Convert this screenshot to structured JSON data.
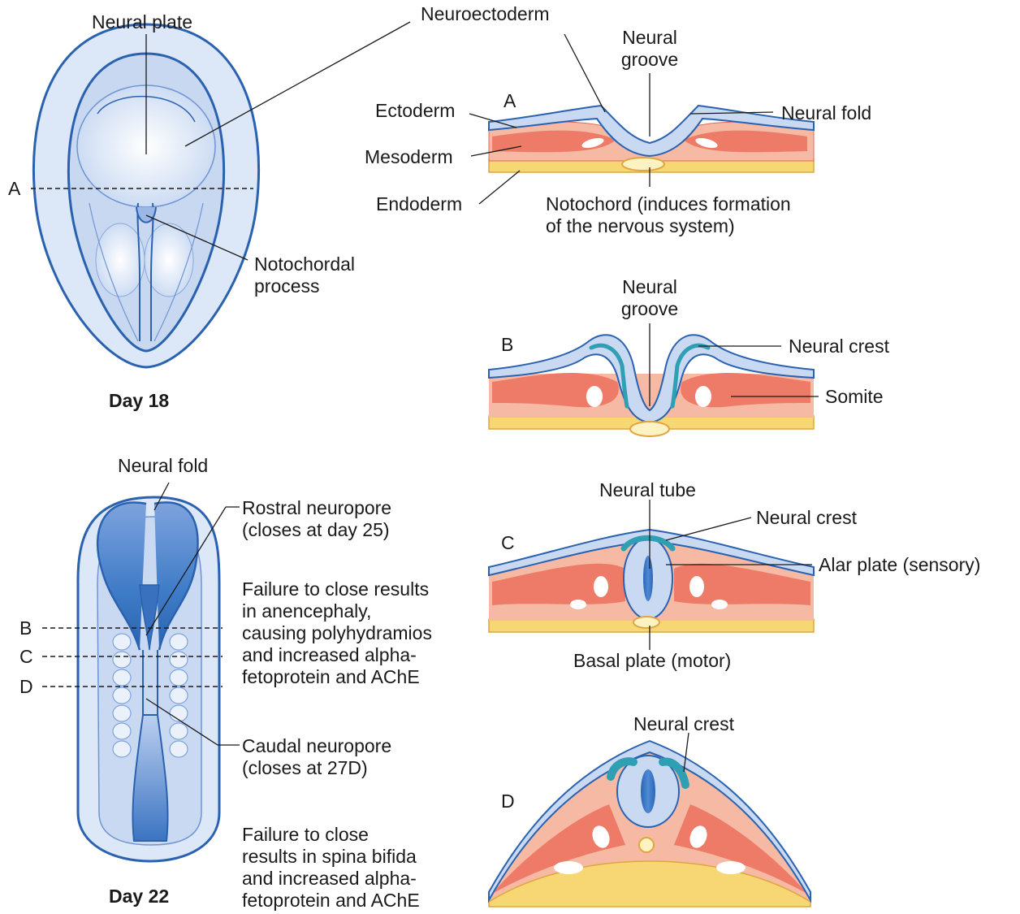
{
  "day18": {
    "caption": "Day 18",
    "neural_plate": "Neural plate",
    "notochordal_process": "Notochordal\nprocess",
    "section_a": "A"
  },
  "panel_a": {
    "letter": "A",
    "neuroectoderm": "Neuroectoderm",
    "neural_groove": "Neural\ngroove",
    "ectoderm": "Ectoderm",
    "neural_fold": "Neural fold",
    "mesoderm": "Mesoderm",
    "endoderm": "Endoderm",
    "notochord": "Notochord (induces formation\nof the nervous system)"
  },
  "panel_b": {
    "letter": "B",
    "neural_groove": "Neural\ngroove",
    "neural_crest": "Neural crest",
    "somite": "Somite"
  },
  "day22": {
    "caption": "Day 22",
    "neural_fold": "Neural fold",
    "rostral_neuropore": "Rostral neuropore\n(closes at day 25)",
    "rostral_failure": "Failure to close results\nin anencephaly,\ncausing polyhydramios\nand increased alpha-\nfetoprotein and AChE",
    "caudal_neuropore": "Caudal neuropore\n(closes at 27D)",
    "caudal_failure": "Failure to close\nresults in spina bifida\nand increased alpha-\nfetoprotein and AChE",
    "section_b": "B",
    "section_c": "C",
    "section_d": "D"
  },
  "panel_c": {
    "letter": "C",
    "neural_tube": "Neural tube",
    "neural_crest": "Neural crest",
    "alar_plate": "Alar plate (sensory)",
    "basal_plate": "Basal plate (motor)"
  },
  "panel_d": {
    "letter": "D",
    "neural_crest": "Neural crest"
  },
  "colors": {
    "neural_blue_light": "#dbe6f7",
    "neural_blue_mid": "#b6cbee",
    "neural_blue_dark": "#2b6cb8",
    "ectoderm_outline": "#2a62b0",
    "mesoderm_light": "#f6b9a3",
    "mesoderm_dark": "#ee7b68",
    "endoderm_yellow": "#f7d774",
    "notochord_fill": "#fdf2c2",
    "crest_teal": "#2f9fb3"
  }
}
